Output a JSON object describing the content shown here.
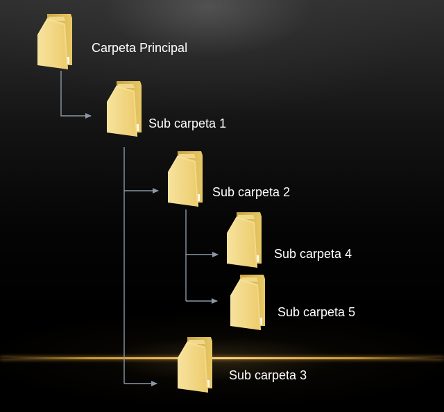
{
  "folders": [
    {
      "id": "main",
      "label": "Carpeta Principal",
      "icon": "folder-icon"
    },
    {
      "id": "sub1",
      "label": "Sub carpeta 1",
      "icon": "folder-icon"
    },
    {
      "id": "sub2",
      "label": "Sub carpeta 2",
      "icon": "folder-icon"
    },
    {
      "id": "sub4",
      "label": "Sub carpeta 4",
      "icon": "folder-icon"
    },
    {
      "id": "sub5",
      "label": "Sub carpeta 5",
      "icon": "folder-icon"
    },
    {
      "id": "sub3",
      "label": "Sub carpeta 3",
      "icon": "folder-icon"
    }
  ],
  "colors": {
    "connector": "#8a98a8",
    "folder_front": "#f4db8c",
    "folder_back": "#d9ba5c",
    "label": "#ffffff",
    "horizon": "#ffd27a"
  }
}
